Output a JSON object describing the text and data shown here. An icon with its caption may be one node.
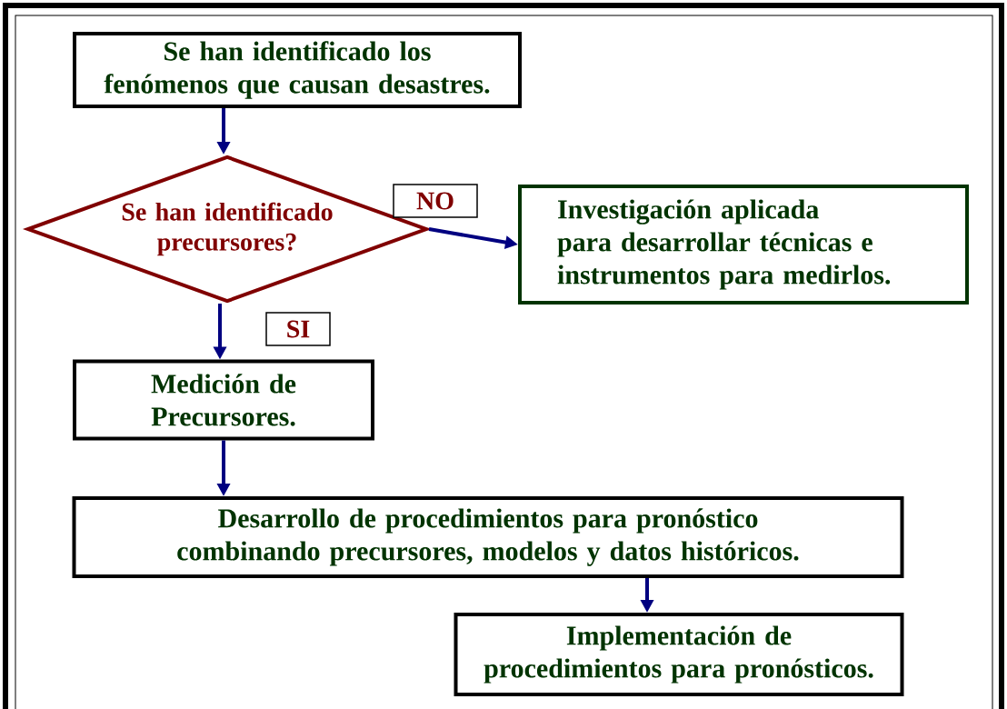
{
  "diagram": {
    "nodes": [
      {
        "text": [
          "Se han identificado los fenómenos que causan desastres."
        ]
      },
      {
        "text": [
          "Se han identificado precursores?"
        ]
      },
      {
        "text": [
          "Investigación aplicada para desarrollar técnicas e instrumentos para medirlos."
        ]
      },
      {
        "text": [
          "Medición de Precursores."
        ]
      },
      {
        "text": [
          "Desarrollo de procedimientos para pronóstico combinando precursores, modelos y datos históricos."
        ]
      },
      {
        "text": [
          "Implementación de procedimientos para pronósticos."
        ]
      }
    ],
    "edges": [
      {
        "from": 0,
        "to": 1,
        "arrow": "to"
      },
      {
        "from": 1,
        "to": 2,
        "arrow": "to",
        "label": "NO"
      },
      {
        "from": 1,
        "to": 3,
        "arrow": "to",
        "label": "SI"
      },
      {
        "from": 3,
        "to": 4,
        "arrow": "to"
      },
      {
        "from": 4,
        "to": 5,
        "arrow": "to"
      }
    ]
  }
}
